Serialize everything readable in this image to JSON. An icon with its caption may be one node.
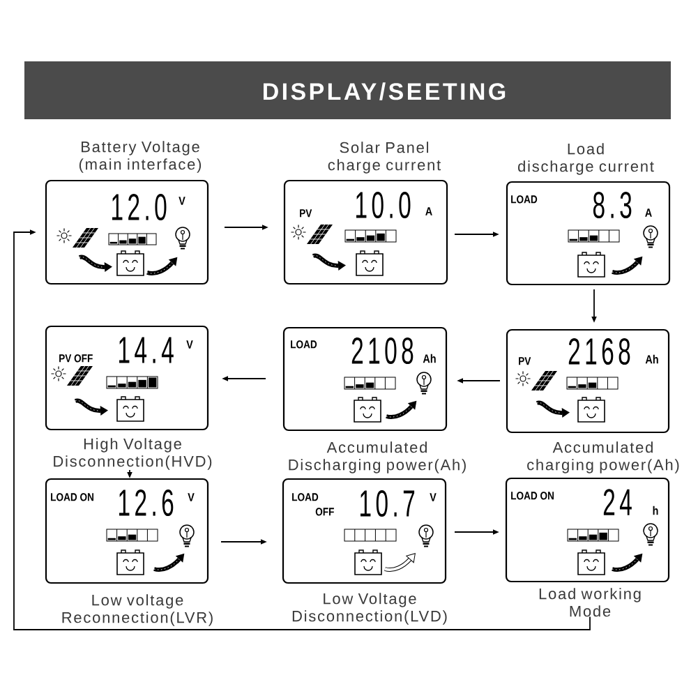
{
  "diagram": {
    "title": "DISPLAY/SEETING",
    "nodes": [
      {
        "text": [
          "Battery Voltage (main interface)",
          "12.0",
          "V"
        ]
      },
      {
        "text": [
          "Solar Panel charge current",
          "PV",
          "10.0",
          "A"
        ]
      },
      {
        "text": [
          "Load discharge current",
          "LOAD",
          "8.3",
          "A"
        ]
      },
      {
        "text": [
          "PV OFF",
          "14.4",
          "V",
          "High Voltage Disconnection(HVD)"
        ]
      },
      {
        "text": [
          "LOAD",
          "2108",
          "Ah",
          "Accumulated Discharging power(Ah)"
        ]
      },
      {
        "text": [
          "PV",
          "2168",
          "Ah",
          "Accumulated charging power(Ah)"
        ]
      },
      {
        "text": [
          "LOAD ON",
          "12.6",
          "V",
          "Low voltage Reconnection(LVR)"
        ]
      },
      {
        "text": [
          "LOAD OFF",
          "10.7",
          "V",
          "Low Voltage Disconnection(LVD)"
        ]
      },
      {
        "text": [
          "LOAD ON",
          "24",
          "h",
          "Load working Mode"
        ]
      }
    ],
    "edges": [
      {
        "from": 0,
        "to": 1,
        "arrow": "to"
      },
      {
        "from": 1,
        "to": 2,
        "arrow": "to"
      },
      {
        "from": 2,
        "to": 5,
        "arrow": "to"
      },
      {
        "from": 5,
        "to": 4,
        "arrow": "to"
      },
      {
        "from": 4,
        "to": 3,
        "arrow": "to"
      },
      {
        "from": 3,
        "to": 6,
        "arrow": "to"
      },
      {
        "from": 6,
        "to": 7,
        "arrow": "to"
      },
      {
        "from": 7,
        "to": 8,
        "arrow": "to"
      },
      {
        "from": 8,
        "to": 0,
        "arrow": "to"
      }
    ]
  }
}
